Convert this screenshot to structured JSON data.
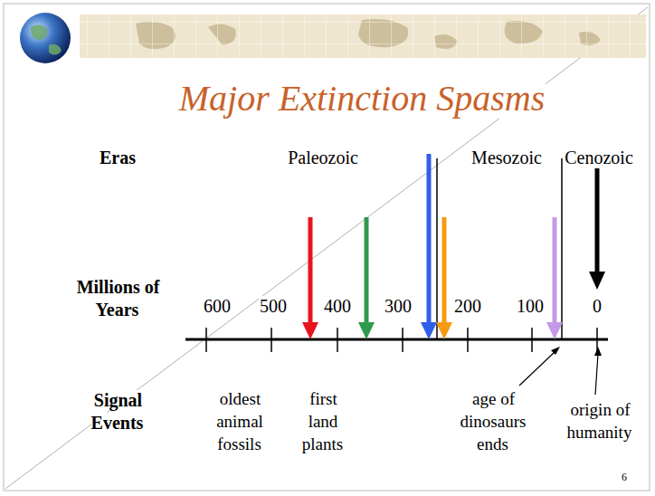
{
  "diagram": {
    "title": "Major Extinction Spasms",
    "labels": [
      "Eras",
      "Paleozoic",
      "Mesozoic",
      "Cenozoic",
      "Millions of Years",
      "600",
      "500",
      "400",
      "300",
      "200",
      "100",
      "0",
      "Signal Events",
      "oldest animal fossils",
      "first land plants",
      "age of dinosaurs ends",
      "origin of humanity",
      "6"
    ]
  }
}
